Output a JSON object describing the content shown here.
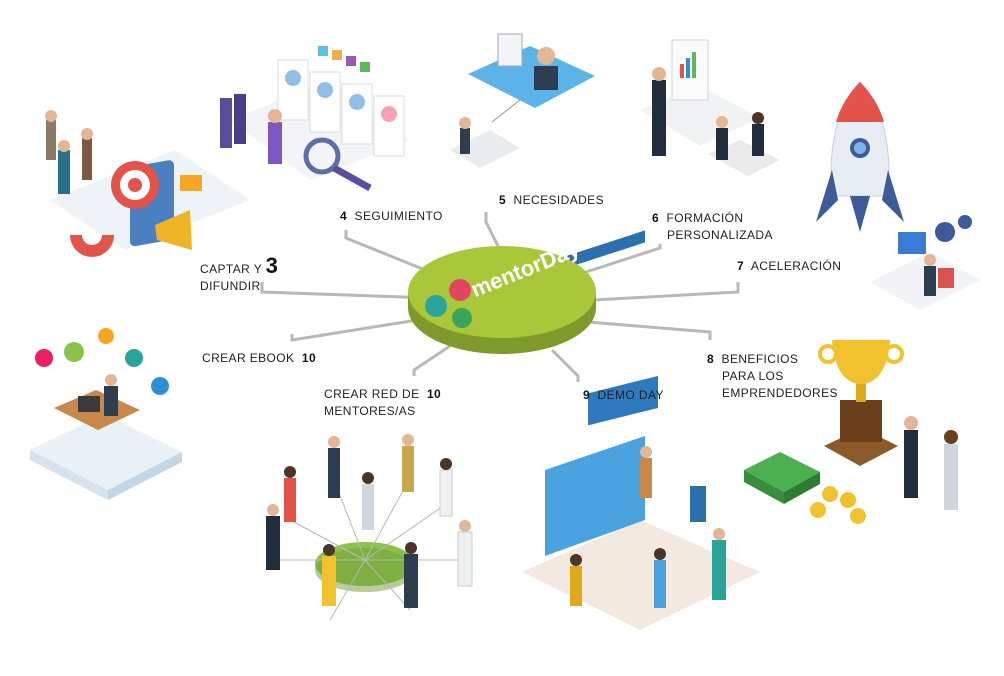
{
  "hub": {
    "logo_text": "mentorDay"
  },
  "colors": {
    "hub_green": "#a8c83a",
    "hub_shadow": "#7e9a2a",
    "line": "#b0b0b0",
    "accent_red": "#e0473a",
    "accent_blue": "#2f8fd1",
    "accent_teal": "#2aa39a"
  },
  "steps": [
    {
      "id": "captar",
      "num": "3",
      "text": [
        "CAPTAR Y",
        "DIFUNDIR"
      ]
    },
    {
      "id": "seguimiento",
      "num": "4",
      "text": [
        "SEGUIMIENTO"
      ]
    },
    {
      "id": "necesidades",
      "num": "5",
      "text": [
        "NECESIDADES"
      ]
    },
    {
      "id": "formacion",
      "num": "6",
      "text": [
        "FORMACIÓN",
        "PERSONALIZADA"
      ]
    },
    {
      "id": "aceleracion",
      "num": "7",
      "text": [
        "ACELERACIÓN"
      ]
    },
    {
      "id": "beneficios",
      "num": "8",
      "text": [
        "BENEFICIOS",
        "PARA LOS",
        "EMPRENDEDORES"
      ]
    },
    {
      "id": "demo",
      "num": "9",
      "text": [
        "DEMO DAY"
      ]
    },
    {
      "id": "red",
      "num": "10",
      "text": [
        "CREAR RED DE",
        "MENTORES/AS"
      ]
    },
    {
      "id": "ebook",
      "num": "10",
      "text": [
        "CREAR EBOOK"
      ]
    }
  ]
}
